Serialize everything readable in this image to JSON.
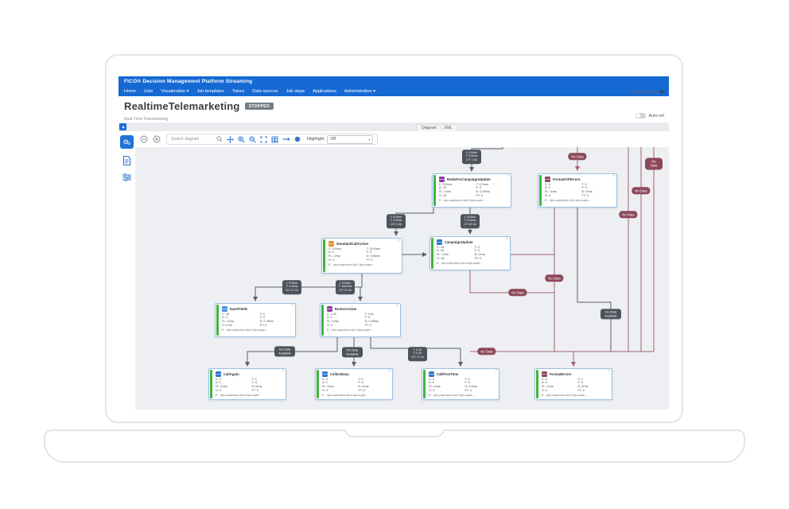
{
  "icons": {
    "gear": "⚙",
    "back": "◀",
    "chevron_down": "▾",
    "node_corner": "✕"
  },
  "navbar": {
    "brand": "FICO® Decision Management Platform Streaming",
    "items": [
      "Home",
      "Jobs",
      "Visualization ▾",
      "Job templates",
      "Topics",
      "Data sources",
      "Job steps",
      "Applications",
      "Administration ▾"
    ]
  },
  "header": {
    "tenant_label": "Current tenant:",
    "tenant_value": "Ba",
    "title": "RealtimeTelemarketing",
    "status_badge": "STOPPED",
    "subtitle": "Real-Time Telemarketing",
    "auto_refresh_label": "Auto-ref"
  },
  "tabs": {
    "diagram": "Diagram",
    "divider": "|",
    "xml": "XML"
  },
  "toolbar": {
    "search_placeholder": "Search diagram",
    "highlight_label": "Highlight",
    "highlight_value": "Off"
  },
  "colors": {
    "navbar_blue": "#1569d3",
    "canvas_gray": "#edeff2",
    "node_accent_green": "#3cb53c",
    "edge_gray": "#5c6167",
    "edge_maroon": "#a26172",
    "pill_dark": "#4d525b",
    "pill_maroon": "#8c4758"
  },
  "diagram": {
    "nodes": [
      {
        "title": "RedisForCampaignUpdate",
        "stats": [
          "C: 9.0/ms",
          "T: 9.0/ms",
          "A: 18",
          "F: 0",
          "FL: 0/ms",
          "D: 0.09ms",
          "O: 18",
          "FT: 0"
        ],
        "footer": "E: ..dps-supervisor-okt-0.dps-super…"
      },
      {
        "title": "FormatCIFErrors",
        "stats": [
          "C: 0",
          "T: 0",
          "A: 0",
          "F: 0",
          "FL: 0/ms",
          "D: 0/ms",
          "O: 0",
          "FT: 0"
        ],
        "footer": "E: ..dps-supervisor-okt-0.dps-super…"
      },
      {
        "title": "StandardCallAction",
        "stats": [
          "C: 9.0/ms",
          "T: 18.0/ms",
          "A: 0",
          "F: 0",
          "FL: 0/ms",
          "D: 0.56ms",
          "O: 0",
          "FT: 0"
        ],
        "footer": "E: ..dps-supervisor-okt-0.dps-super…"
      },
      {
        "title": "CampaignUpdate",
        "stats": [
          "C: 18",
          "T: 0",
          "A: 18",
          "F: 0",
          "FL: 0/ms",
          "D: 0/ms",
          "O: 18",
          "FT: 0"
        ],
        "footer": "E: ..dps-supervisor-okt-0.dps-super…"
      },
      {
        "title": "SaveFields",
        "stats": [
          "C: 18",
          "T: 0",
          "A: 0",
          "F: 0",
          "FL: 0/ms",
          "D: 0.35ms",
          "O: 0.05",
          "FT: 0"
        ],
        "footer": "E: ..dps-supervisor-okt-0.dps-super…"
      },
      {
        "title": "RouterAction",
        "stats": [
          "C: 4.2k",
          "T: 4.2k",
          "A: 0",
          "F: 0",
          "FL: 0/ms",
          "D: 0.56ms",
          "O: 0",
          "FT: 0"
        ],
        "footer": "E: ..dps-supervisor-okt-0.dps-super…"
      },
      {
        "title": "CallAgain",
        "stats": [
          "C: 0",
          "T: 0",
          "A: 0",
          "F: 0",
          "FL: 0/ms",
          "D: 0/ms",
          "O: 0",
          "FT: 0"
        ],
        "footer": "E: ..dps-supervisor-okt-0.dps-super…"
      },
      {
        "title": "CollectData",
        "stats": [
          "C: 0",
          "T: 0",
          "A: 0",
          "F: 0",
          "FL: 0/ms",
          "D: 0/ms",
          "O: 0",
          "FT: 0"
        ],
        "footer": "E: ..dps-supervisor-okt-0.dps-super…"
      },
      {
        "title": "CallFirstTime",
        "stats": [
          "C: 0",
          "T: 4",
          "A: 0",
          "F: 0",
          "FL: 0/ms",
          "D: 4.5ms",
          "O: 0",
          "FT: 4"
        ],
        "footer": "E: ..dps-supervisor-okt-0.dps-super…"
      },
      {
        "title": "FormatErrors",
        "stats": [
          "C: 0",
          "T: 0",
          "A: 0",
          "F: 0",
          "FL: 0/ms",
          "D: 0/ms",
          "O: 0",
          "FT: 0"
        ],
        "footer": "E: ..dps-supervisor-okt-0.dps-super…"
      }
    ],
    "stat_pills": [
      {
        "lines": [
          "I: 9.0/ms",
          "T: 9.0/ms",
          "OT: 1.4k"
        ]
      },
      {
        "lines": [
          "I: 9.0/ms",
          "T: 9.0/ms",
          "OT: 1.4k"
        ]
      },
      {
        "lines": [
          "I: 9.0/ms",
          "T: 9.0/ms",
          "OT: 67.4k"
        ]
      },
      {
        "lines": [
          "I: 9.0/ms",
          "T: 9.0/ms",
          "OT: 17.1k"
        ]
      },
      {
        "lines": [
          "I: 9.0/ms",
          "T: 18.0/ms",
          "OT: 17.1k"
        ]
      },
      {
        "lines": [
          "I: 4.1k",
          "T: 4.1k",
          "OT: 17.1k"
        ]
      }
    ],
    "nodata_pill": {
      "line1": "No Data",
      "line2": "Available"
    },
    "error_pill": {
      "label": "No Data"
    }
  }
}
